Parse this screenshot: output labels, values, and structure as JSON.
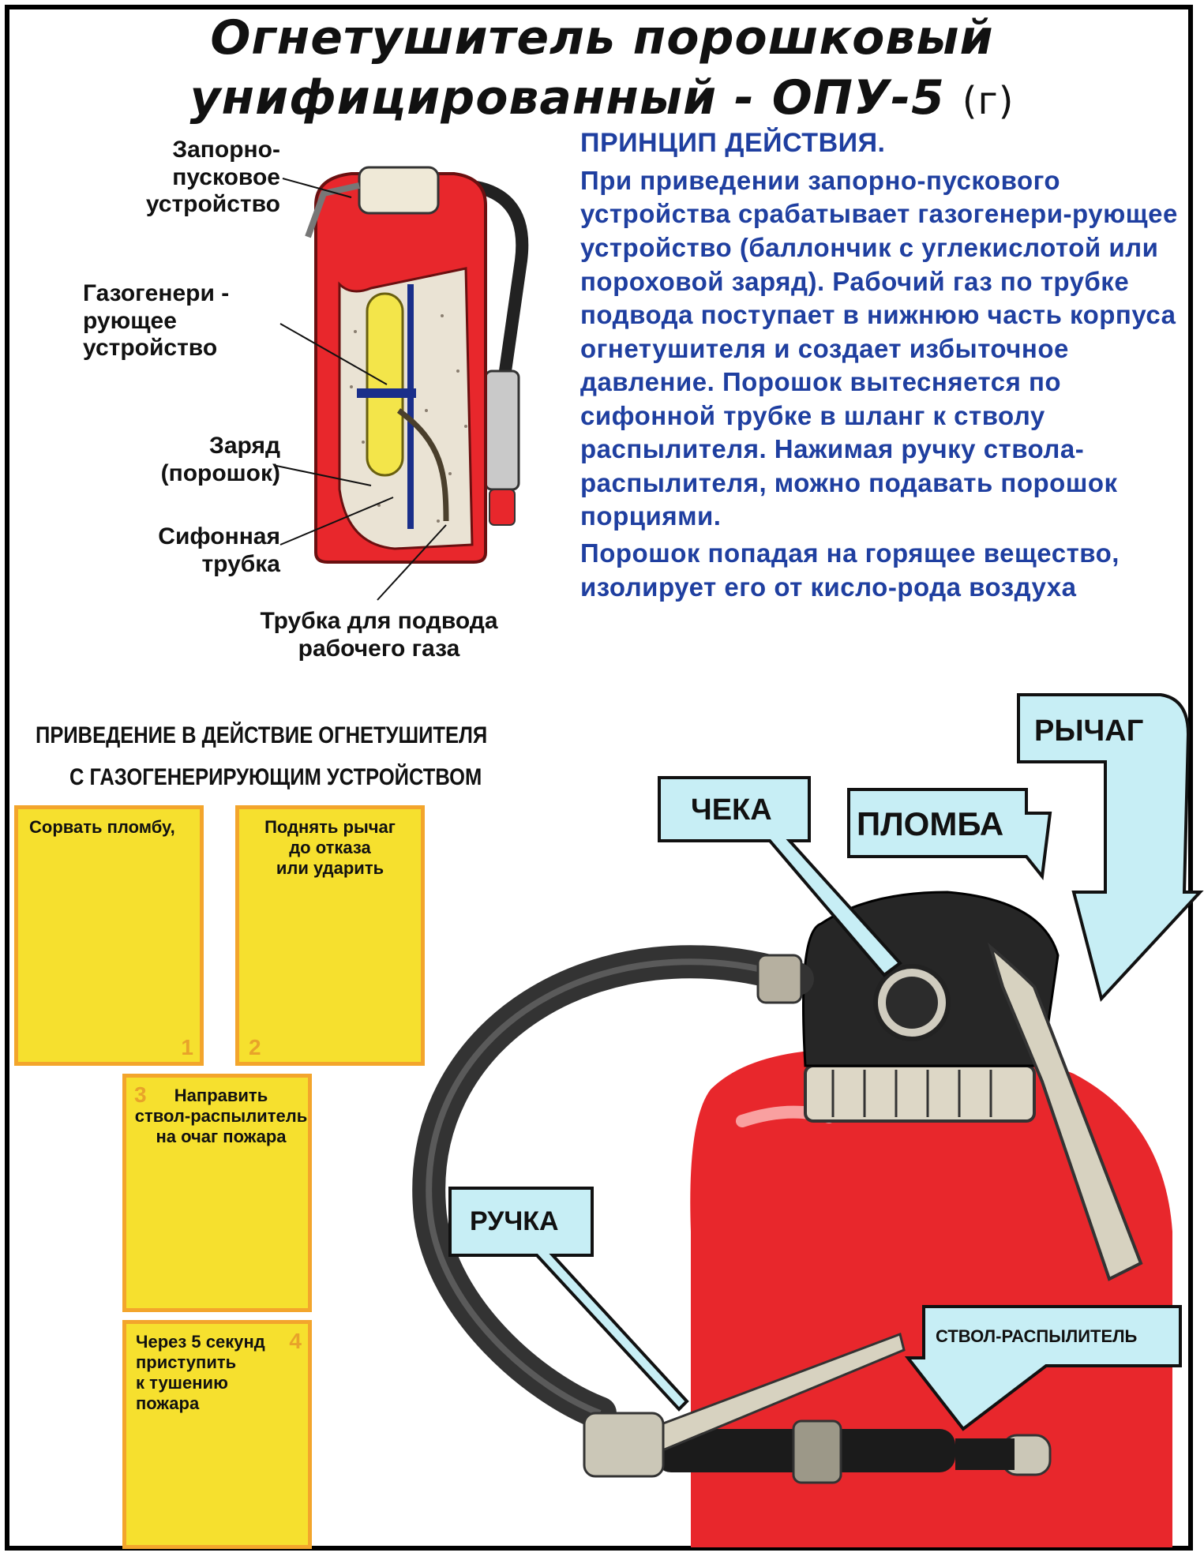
{
  "title": {
    "line1": "Огнетушитель порошковый",
    "line2": "унифицированный - ОПУ-5",
    "suffix": "(г)"
  },
  "diagram_labels": {
    "valve": "Запорно-\nпусковое\nустройство",
    "gas_generator": "Газогенери -\nрующее\nустройство",
    "charge": "Заряд\n(порошок)",
    "siphon": "Сифонная\nтрубка",
    "gas_tube": "Трубка для подвода\nрабочего газа"
  },
  "principle": {
    "heading": "ПРИНЦИП ДЕЙСТВИЯ.",
    "paragraph1": "При приведении запорно-пускового устройства срабатывает газогенери-рующее устройство (баллончик с углекислотой или пороховой заряд). Рабочий газ по трубке подвода поступает в нижнюю часть корпуса огнетушителя и создает избыточное давление. Порошок вытесняется по сифонной трубке в шланг к стволу распылителя. Нажимая ручку ствола-распылителя, можно подавать порошок порциями.",
    "paragraph2": "Порошок попадая на горящее вещество, изолирует его от кисло-рода воздуха"
  },
  "activation": {
    "heading_line1": "ПРИВЕДЕНИЕ В ДЕЙСТВИЕ ОГНЕТУШИТЕЛЯ",
    "heading_line2": "С ГАЗОГЕНЕРИРУЮЩИМ  УСТРОЙСТВОМ",
    "steps": [
      {
        "num": "1",
        "text": "Сорвать пломбу,"
      },
      {
        "num": "2",
        "text": "Поднять рычаг\nдо отказа\nили ударить"
      },
      {
        "num": "3",
        "text": "Направить\nствол-распылитель\nна очаг пожара"
      },
      {
        "num": "4",
        "text": "Через 5 секунд\nприступить\nк тушению\nпожара"
      }
    ]
  },
  "callouts": {
    "lever": "РЫЧАГ",
    "pin": "ЧЕКА",
    "seal": "ПЛОМБА",
    "handle": "РУЧКА",
    "nozzle": "СТВОЛ-РАСПЫЛИТЕЛЬ"
  },
  "colors": {
    "extinguisher_red": "#e8272c",
    "principle_blue": "#1f3fa0",
    "panel_yellow": "#f6e02e",
    "panel_border": "#f3a52c",
    "callout_fill": "#c7eef5"
  }
}
